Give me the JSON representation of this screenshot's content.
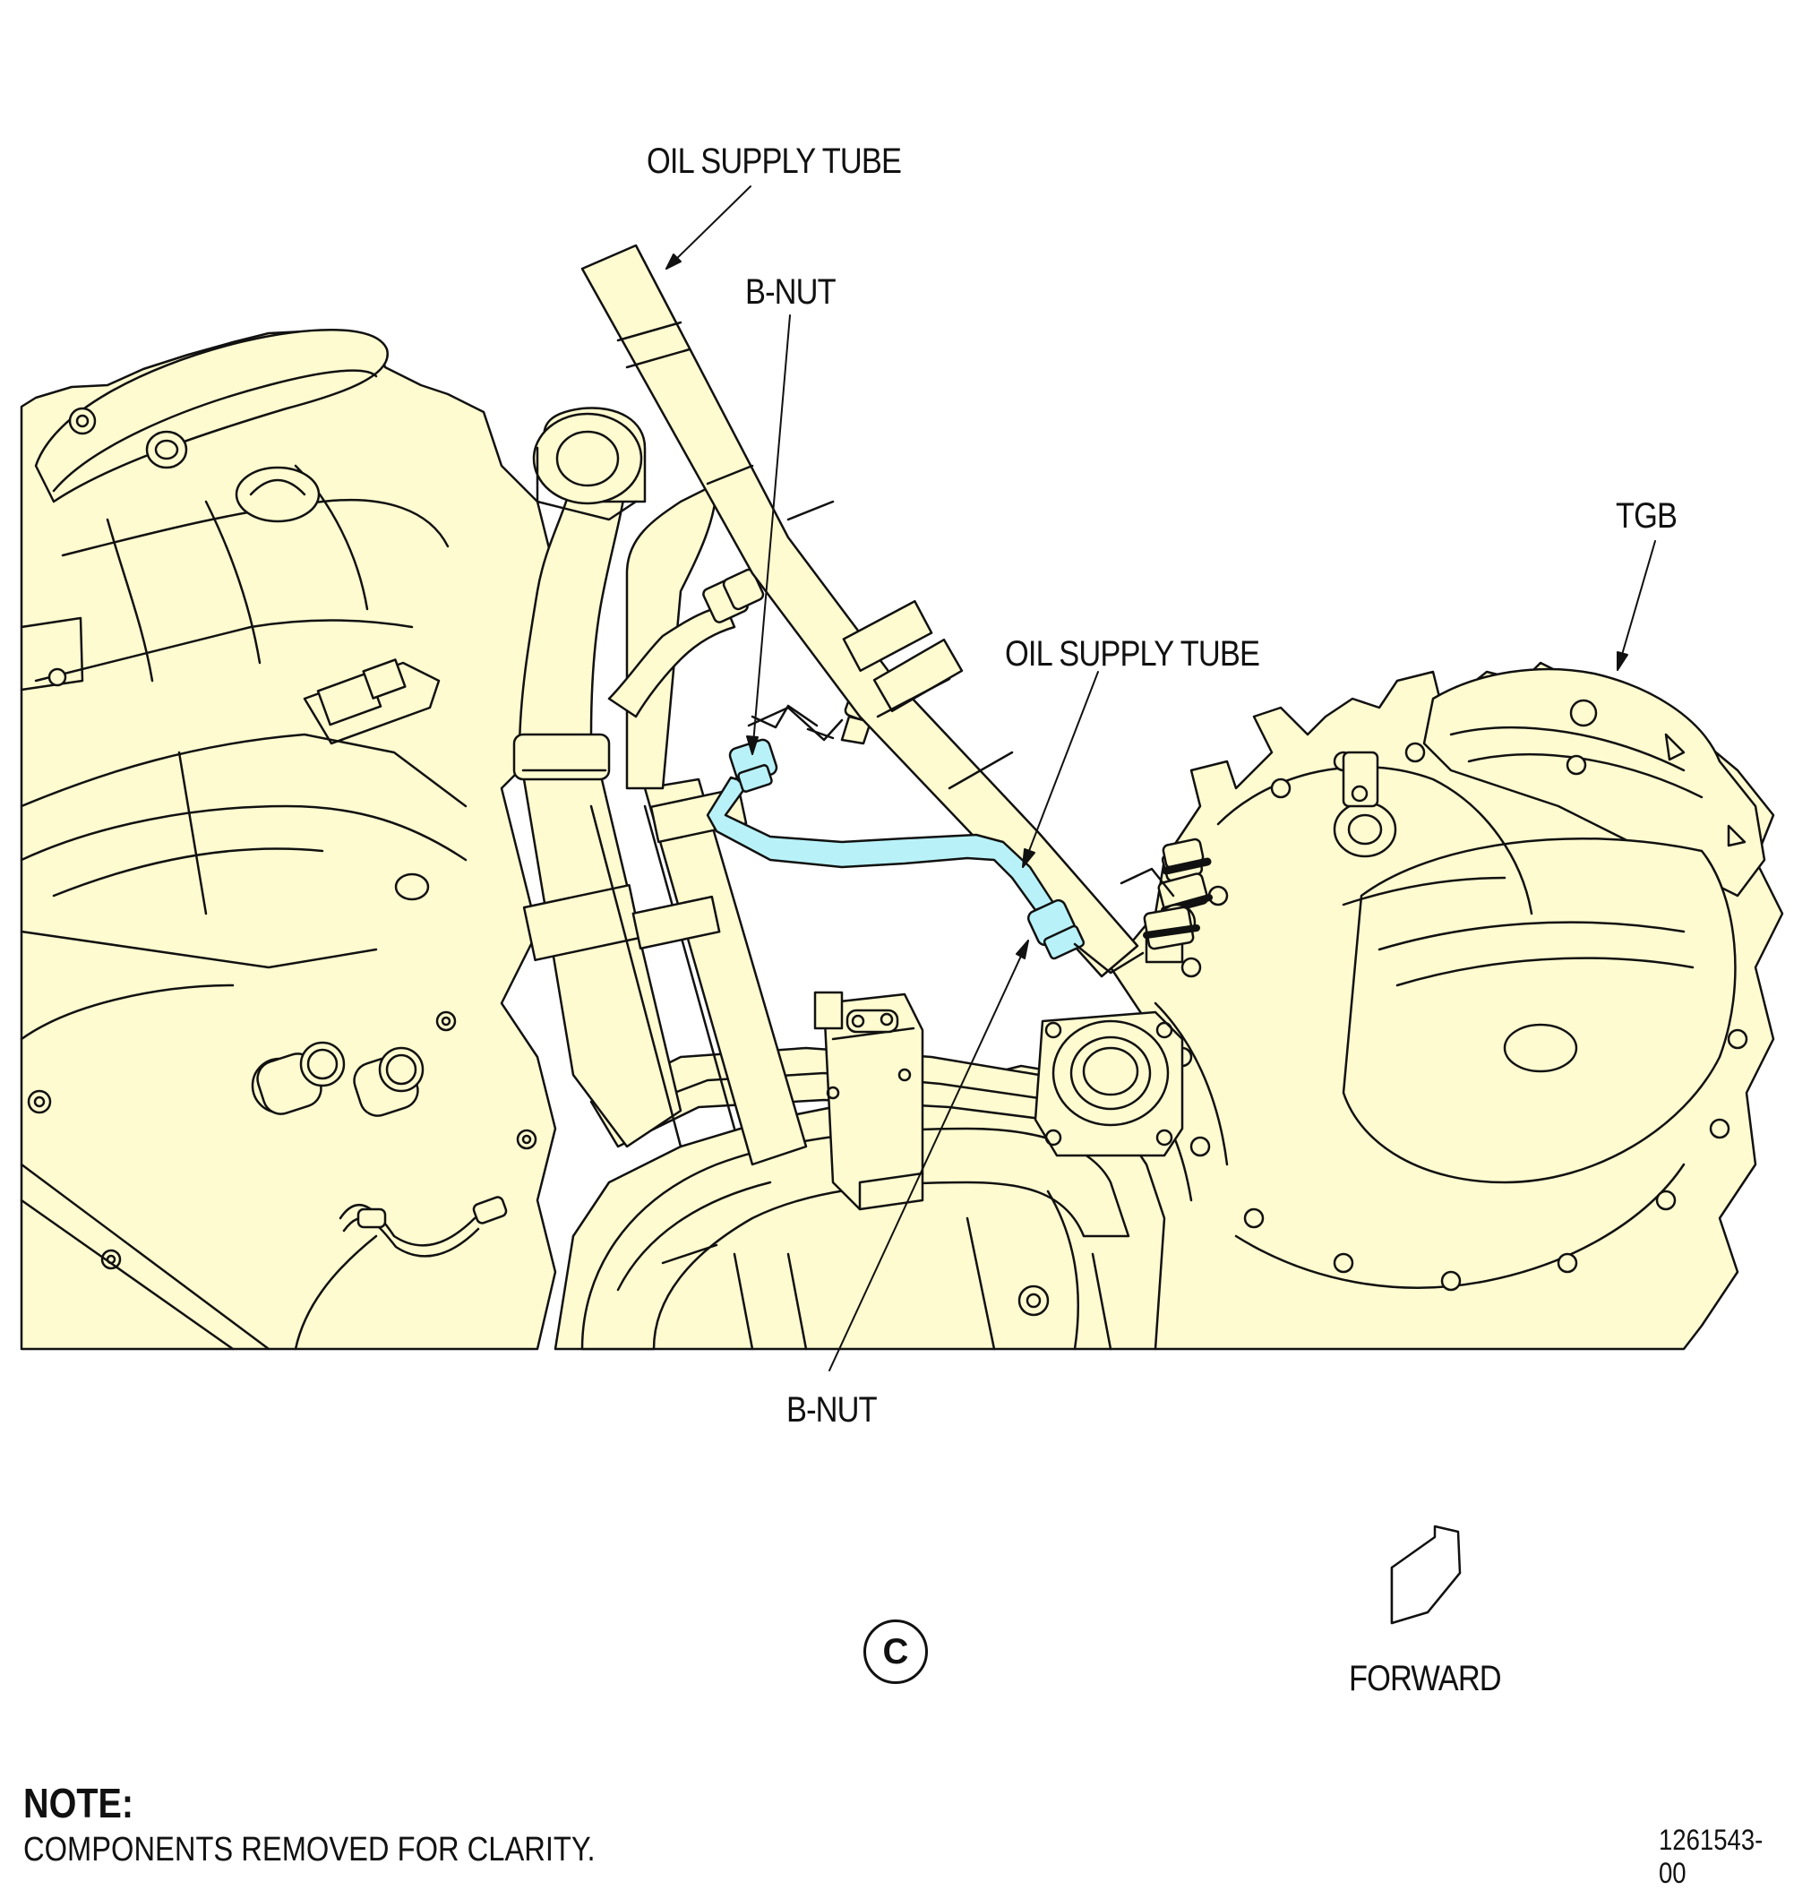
{
  "diagram": {
    "figure_number": "1261543-00",
    "view_label": "C",
    "callouts": {
      "oil_supply_tube_upper": "OIL SUPPLY TUBE",
      "b_nut_upper": "B-NUT",
      "oil_supply_tube_lower": "OIL SUPPLY TUBE",
      "tgb": "TGB",
      "b_nut_lower": "B-NUT",
      "forward": "FORWARD"
    },
    "note": {
      "heading": "NOTE:",
      "text": "COMPONENTS REMOVED FOR CLARITY."
    },
    "colors": {
      "component_fill": "#FFFBD0",
      "highlight_tube": "#B8F2F8",
      "line": "#111111"
    }
  }
}
